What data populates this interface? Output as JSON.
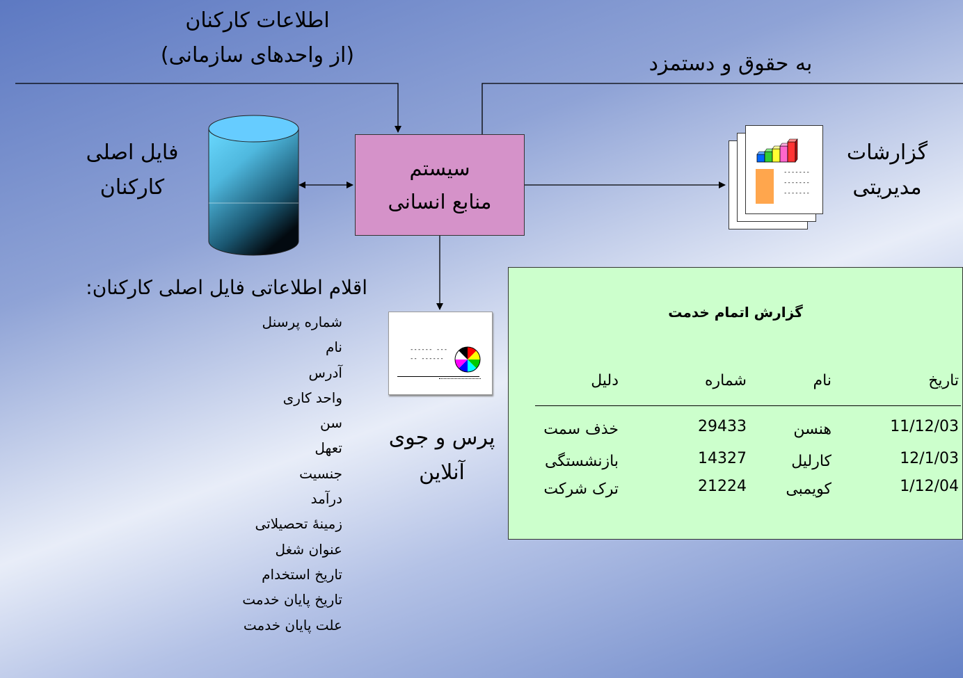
{
  "diagram": {
    "input_label": {
      "line1": "اطلاعات کارکنان",
      "line2": "(از واحدهای سازمانی)"
    },
    "payroll_label": "به حقوق و دستمزد",
    "hr_system": {
      "line1": "سیستم",
      "line2": "منابع انسانی"
    },
    "master_file": {
      "line1": "فایل اصلی",
      "line2": "کارکنان"
    },
    "reports": {
      "line1": "گزارشات",
      "line2": "مدیریتی"
    },
    "online_query": {
      "line1": "پرس و جوی",
      "line2": "آنلاین"
    },
    "report_icon_text": {
      "line1": "-------",
      "line2": "-------",
      "line3": "-------"
    },
    "query_icon_text": {
      "line1": "------ ---",
      "line2": "-- ------"
    }
  },
  "master_file_items": {
    "heading": "اقلام اطلاعاتی فایل اصلی کارکنان:",
    "items": [
      "شماره پرسنل",
      "نام",
      "آدرس",
      "واحد کاری",
      "سن",
      "تعهل",
      "جنسیت",
      "درآمد",
      "زمینۀ تحصیلاتی",
      "عنوان شغل",
      "تاریخ استخدام",
      "تاریخ پایان خدمت",
      "علت پایان خدمت"
    ]
  },
  "termination_report": {
    "title": "گزارش اتمام خدمت",
    "columns": {
      "date": "تاریخ",
      "name": "نام",
      "number": "شماره",
      "reason": "دلیل"
    },
    "rows": [
      {
        "date": "11/12/03",
        "name": "هنسن",
        "number": "29433",
        "reason": "خذف سمت"
      },
      {
        "date": "12/1/03",
        "name": "کارلیل",
        "number": "14327",
        "reason": "بازنشستگی"
      },
      {
        "date": "1/12/04",
        "name": "کویمبی",
        "number": "21224",
        "reason": "ترک شرکت"
      }
    ]
  }
}
